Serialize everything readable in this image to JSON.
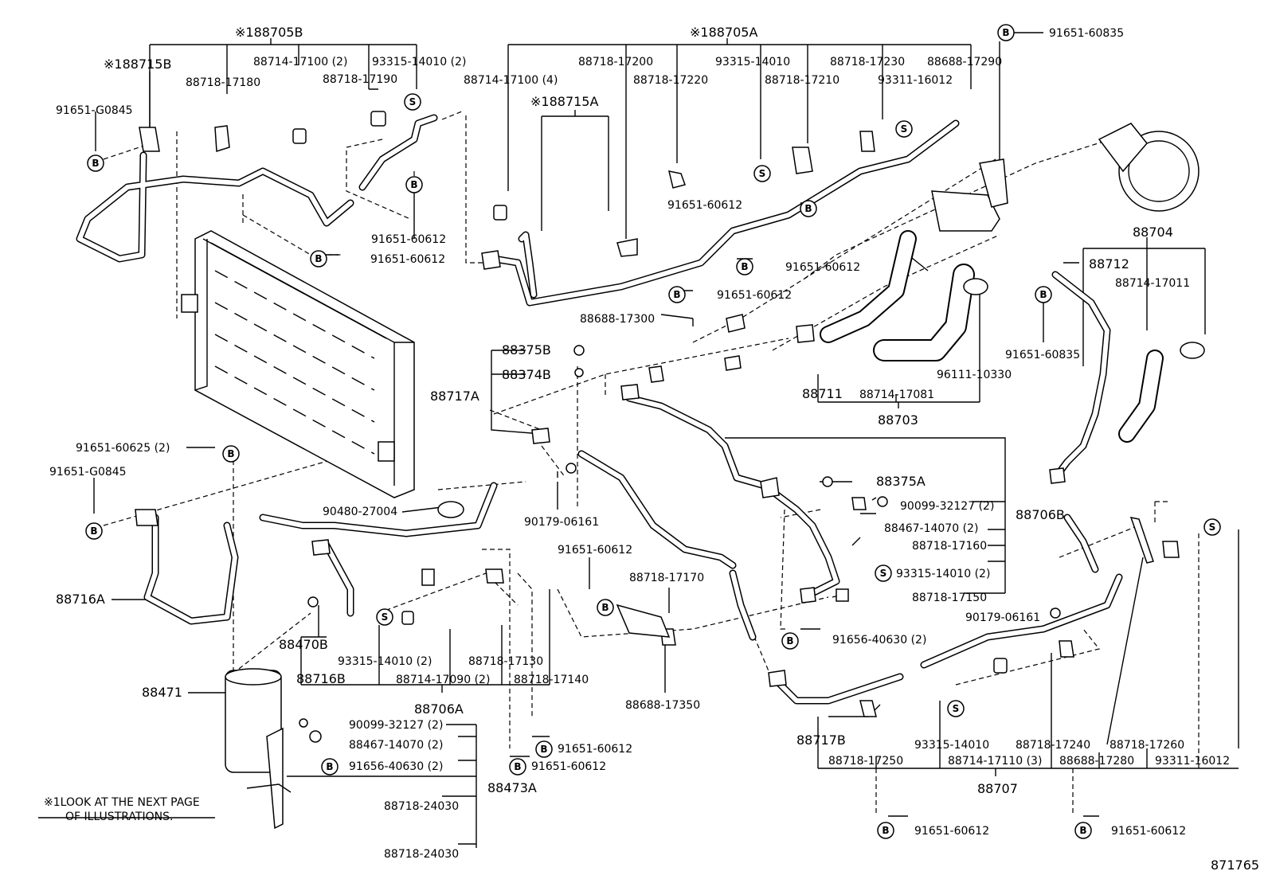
{
  "diagram": {
    "figure_id": "871765",
    "note_line1": "※1LOOK AT THE NEXT PAGE",
    "note_line2": "OF ILLUSTRATIONS.",
    "callout_letters": {
      "b": "B",
      "s": "S"
    },
    "labels": {
      "ref_188705B": "※188705B",
      "ref_188705A": "※188705A",
      "ref_188715B": "※188715B",
      "ref_188715A": "※188715A",
      "p_88714_17100_2": "88714-17100 (2)",
      "p_93315_14010_2_top": "93315-14010 (2)",
      "p_88718_17180": "88718-17180",
      "p_88718_17190": "88718-17190",
      "p_91651_G0845_top": "91651-G0845",
      "p_91651_60612_a": "91651-60612",
      "p_91651_60612_b": "91651-60612",
      "p_88718_17200": "88718-17200",
      "p_93315_14010_top": "93315-14010",
      "p_88718_17230": "88718-17230",
      "p_88688_17290": "88688-17290",
      "p_88714_17100_4": "88714-17100 (4)",
      "p_88718_17220": "88718-17220",
      "p_88718_17210": "88718-17210",
      "p_93311_16012_top": "93311-16012",
      "p_91651_60835_top": "91651-60835",
      "p_91651_60612_c": "91651-60612",
      "p_91651_60612_d": "91651-60612",
      "p_91651_60612_e": "91651-60612",
      "p_88688_17300": "88688-17300",
      "p_88704": "88704",
      "p_88712": "88712",
      "p_88714_17011": "88714-17011",
      "p_91651_60835_right": "91651-60835",
      "p_88711": "88711",
      "p_88714_17081": "88714-17081",
      "p_96111_10330": "96111-10330",
      "p_88703": "88703",
      "p_88375B": "88375B",
      "p_88374B": "88374B",
      "p_88717A": "88717A",
      "p_91651_60625_2": "91651-60625 (2)",
      "p_91651_G0845_left": "91651-G0845",
      "p_90480_27004": "90480-27004",
      "p_90179_06161_mid": "90179-06161",
      "p_88375A": "88375A",
      "p_90099_32127_2_right": "90099-32127 (2)",
      "p_88706B": "88706B",
      "p_88467_14070_2_right": "88467-14070 (2)",
      "p_88718_17160": "88718-17160",
      "p_93315_14010_2_right": "93315-14010 (2)",
      "p_88718_17150": "88718-17150",
      "p_90179_06161_right": "90179-06161",
      "p_91656_40630_2_right": "91656-40630 (2)",
      "p_88716A": "88716A",
      "p_91651_60612_mid": "91651-60612",
      "p_88718_17170": "88718-17170",
      "p_88470B": "88470B",
      "p_93315_14010_2_low": "93315-14010 (2)",
      "p_88718_17130": "88718-17130",
      "p_88716B": "88716B",
      "p_88714_17090_2": "88714-17090 (2)",
      "p_88718_17140": "88718-17140",
      "p_88706A": "88706A",
      "p_88688_17350": "88688-17350",
      "p_88471": "88471",
      "p_90099_32127_2_low": "90099-32127 (2)",
      "p_88467_14070_2_low": "88467-14070 (2)",
      "p_91656_40630_2_low": "91656-40630 (2)",
      "p_88473A": "88473A",
      "p_88718_24030_a": "88718-24030",
      "p_88718_24030_b": "88718-24030",
      "p_91651_60612_f": "91651-60612",
      "p_91651_60612_g": "91651-60612",
      "p_88717B": "88717B",
      "p_93315_14010_low": "93315-14010",
      "p_88718_17240": "88718-17240",
      "p_88718_17260": "88718-17260",
      "p_88718_17250": "88718-17250",
      "p_88714_17110_3": "88714-17110 (3)",
      "p_88688_17280": "88688-17280",
      "p_93311_16012_low": "93311-16012",
      "p_88707": "88707",
      "p_91651_60612_h": "91651-60612",
      "p_91651_60612_i": "91651-60612"
    }
  }
}
